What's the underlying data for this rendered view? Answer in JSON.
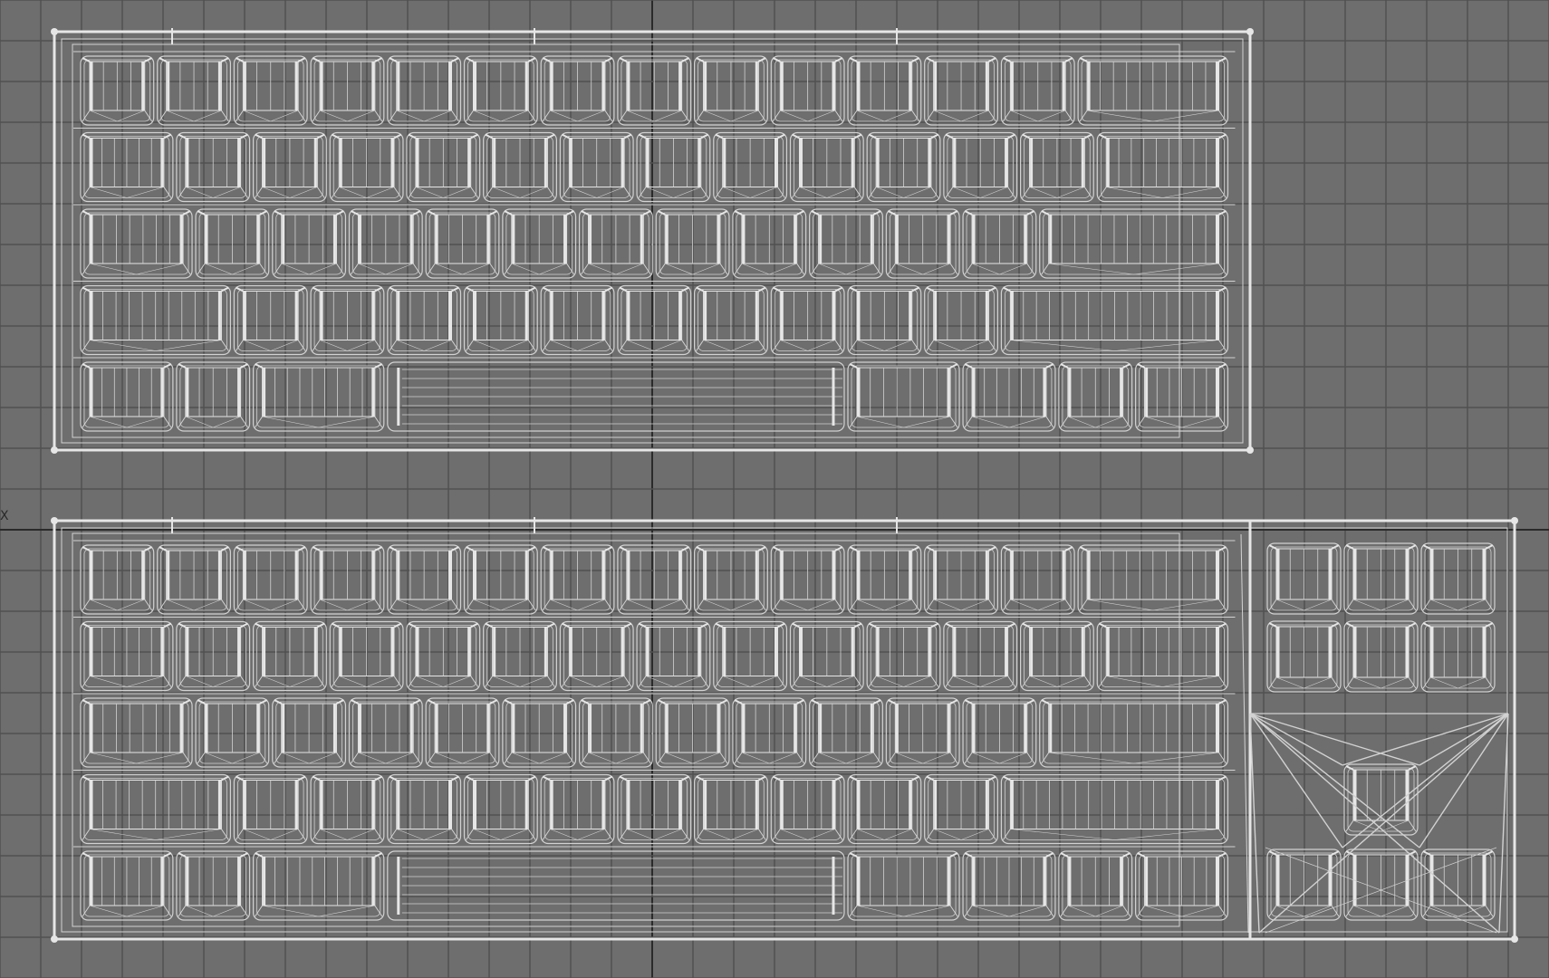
{
  "viewport": {
    "axis_label": "X",
    "background_color": "#6e6e6e",
    "grid_color": "#505050",
    "axis_color": "#2a2a2a",
    "wire_color": "#d2d2d2",
    "wire_highlight_color": "#e6e6e6"
  },
  "objects": [
    {
      "name": "keyboard-60-percent",
      "rows": 5
    },
    {
      "name": "keyboard-with-nav-cluster",
      "rows": 5,
      "nav_cluster": true
    }
  ]
}
